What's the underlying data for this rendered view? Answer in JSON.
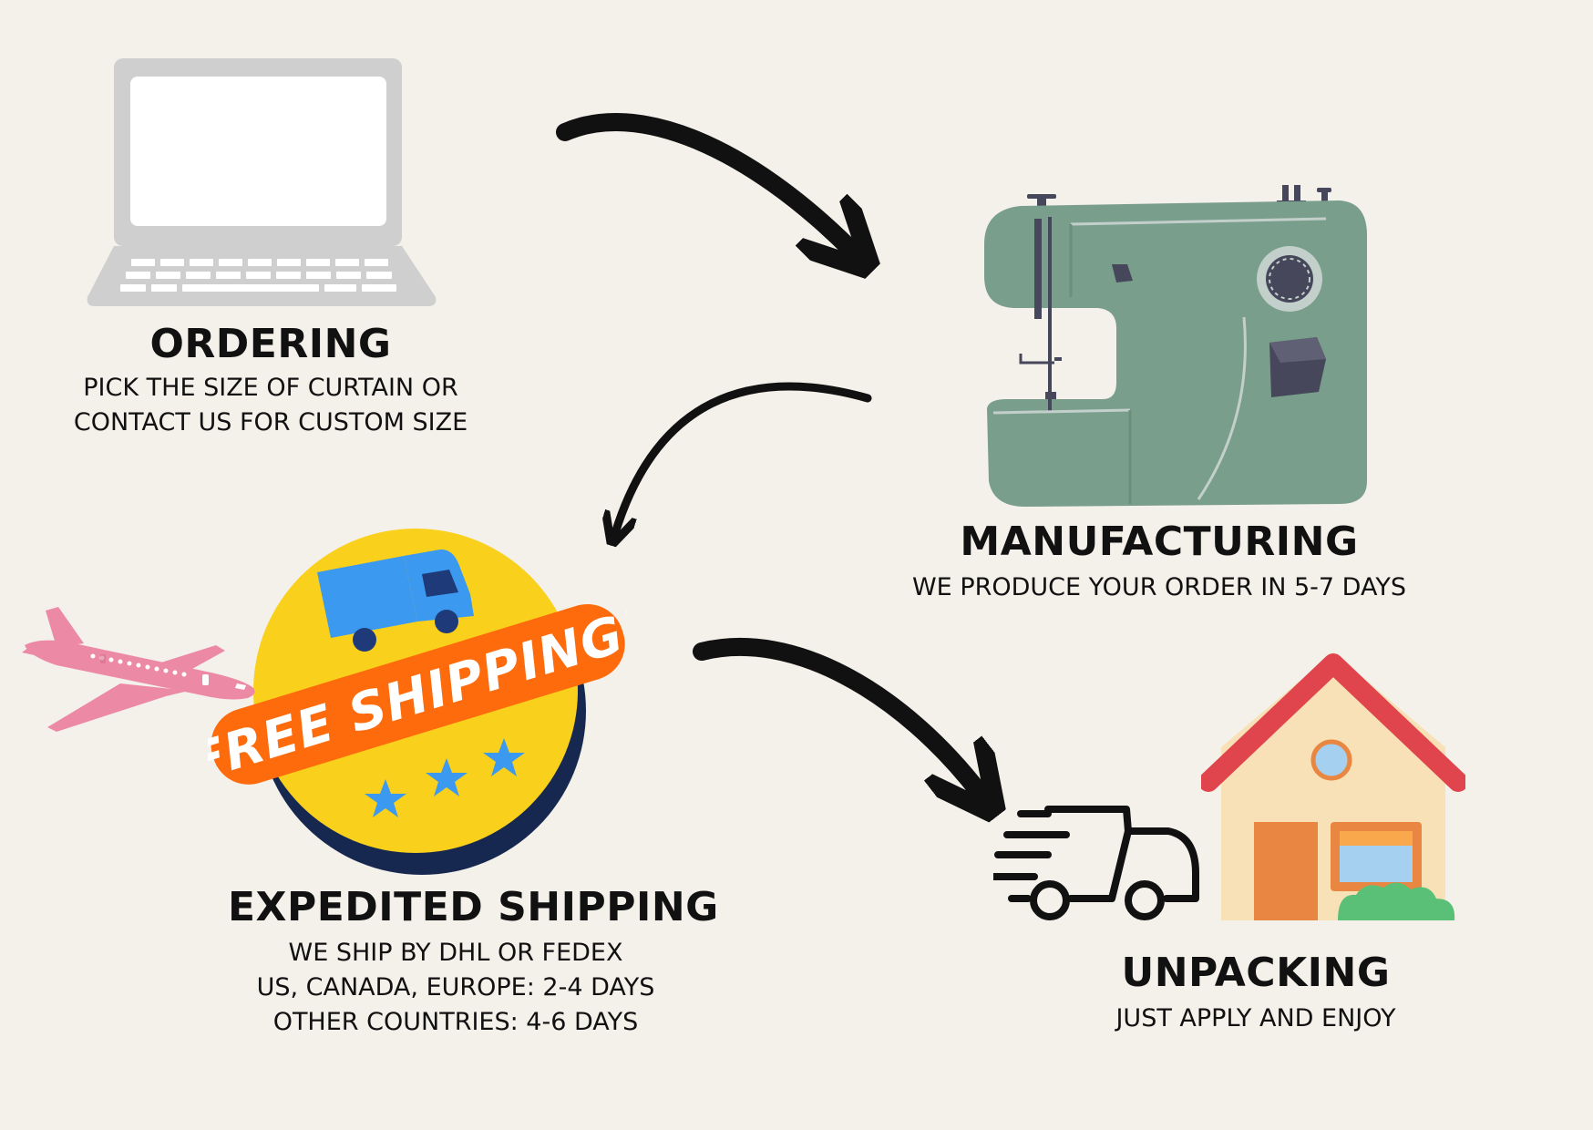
{
  "steps": {
    "ordering": {
      "title": "ORDERING",
      "lines": [
        "PICK THE SIZE OF CURTAIN OR",
        "CONTACT US FOR CUSTOM SIZE"
      ]
    },
    "manufacturing": {
      "title": "MANUFACTURING",
      "lines": [
        "WE PRODUCE YOUR ORDER IN 5-7 DAYS"
      ]
    },
    "shipping": {
      "title": "EXPEDITED SHIPPING",
      "lines": [
        "WE SHIP BY DHL OR FEDEX",
        "US, CANADA, EUROPE: 2-4 DAYS",
        "OTHER COUNTRIES: 4-6 DAYS"
      ],
      "badge_text": "FREE SHIPPING!"
    },
    "unpacking": {
      "title": "UNPACKING",
      "lines": [
        "JUST APPLY AND ENJOY"
      ]
    }
  },
  "icons": [
    "laptop-icon",
    "sewing-machine-icon",
    "free-shipping-badge-icon",
    "airplane-icon",
    "delivery-truck-icon",
    "house-icon",
    "arrow-icon"
  ],
  "colors": {
    "background": "#f4f0ea",
    "sewing_machine": "#7a9e8c",
    "badge_yellow": "#f9d01c",
    "badge_orange": "#fe6b0c",
    "truck_blue": "#3b99f0",
    "airplane_pink": "#ec8aa6",
    "house_roof": "#e0444d",
    "house_wall": "#f8e1b6",
    "door_orange": "#e98641"
  }
}
